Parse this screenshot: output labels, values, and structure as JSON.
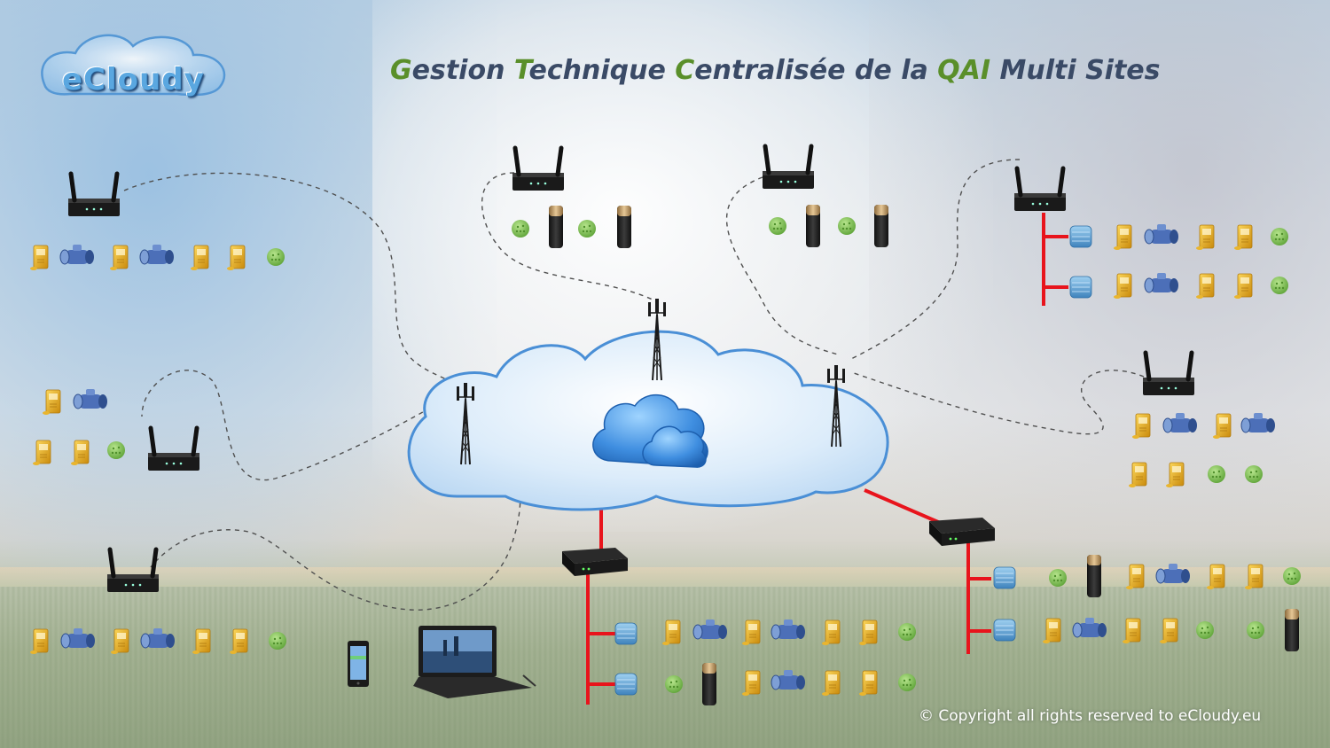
{
  "title": {
    "parts": [
      {
        "text": "G",
        "accent": true
      },
      {
        "text": "estion ",
        "accent": false
      },
      {
        "text": "T",
        "accent": true
      },
      {
        "text": "echnique ",
        "accent": false
      },
      {
        "text": "C",
        "accent": true
      },
      {
        "text": "entralisée de la ",
        "accent": false
      },
      {
        "text": "QAI",
        "accent": true
      },
      {
        "text": " Multi Sites",
        "accent": false
      }
    ]
  },
  "logo": {
    "text": "eCloudy"
  },
  "copyright": "© Copyright all rights reserved to eCloudy.eu",
  "colors": {
    "title_text": "#3a4a66",
    "title_accent": "#5a8f2a",
    "wired_link": "#e8141c",
    "wireless_link": "#505050",
    "cloud_fill": "#cfe6f9",
    "cloud_stroke": "#4a8fd6",
    "device_gold": "#e5a81c",
    "device_blue": "#4c6fb8",
    "device_green": "#86c75c",
    "device_cylinder": "#2b2b2b",
    "access_point": "#6aa6d4"
  },
  "icons": [
    "router-icon",
    "cell-tower-icon",
    "cloud-icon",
    "gateway-box-icon",
    "co2-sensor-icon",
    "flow-sensor-icon",
    "particle-sensor-icon",
    "air-purifier-icon",
    "access-point-icon",
    "smartphone-icon",
    "laptop-icon"
  ]
}
